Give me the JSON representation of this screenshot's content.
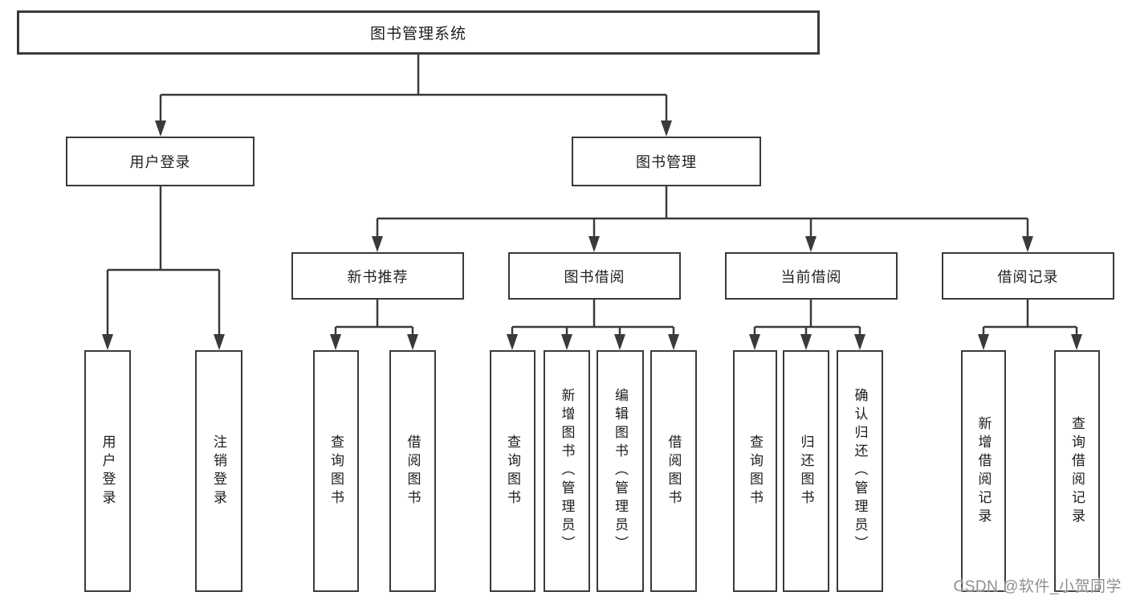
{
  "diagram": {
    "root": {
      "label": "图书管理系统",
      "children": [
        {
          "label": "用户登录",
          "children": [
            {
              "label": "用户登录"
            },
            {
              "label": "注销登录"
            }
          ]
        },
        {
          "label": "图书管理",
          "children": [
            {
              "label": "新书推荐",
              "children": [
                {
                  "label": "查询图书"
                },
                {
                  "label": "借阅图书"
                }
              ]
            },
            {
              "label": "图书借阅",
              "children": [
                {
                  "label": "查询图书"
                },
                {
                  "label": "新增图书（管理员）"
                },
                {
                  "label": "编辑图书（管理员）"
                },
                {
                  "label": "借阅图书"
                }
              ]
            },
            {
              "label": "当前借阅",
              "children": [
                {
                  "label": "查询图书"
                },
                {
                  "label": "归还图书"
                },
                {
                  "label": "确认归还（管理员）"
                }
              ]
            },
            {
              "label": "借阅记录",
              "children": [
                {
                  "label": "新增借阅记录"
                },
                {
                  "label": "查询借阅记录"
                }
              ]
            }
          ]
        }
      ]
    }
  },
  "watermark": {
    "text": "CSDN @软件_小贺同学"
  },
  "colors": {
    "line": "#3a3a3a",
    "border": "#3a3a3a",
    "text": "#1d1d1d",
    "watermark": "#8f8f8f",
    "background": "#ffffff"
  }
}
